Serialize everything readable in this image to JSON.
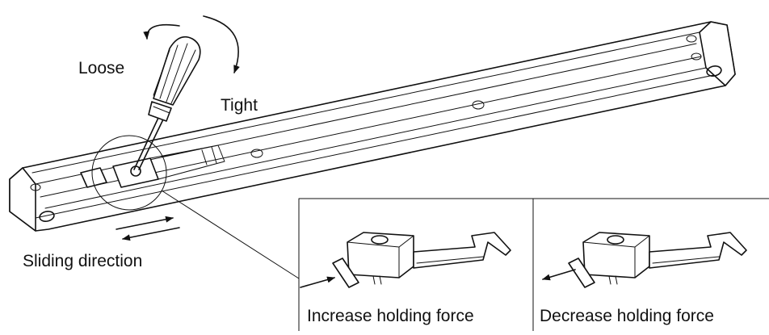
{
  "labels": {
    "loose": "Loose",
    "tight": "Tight",
    "sliding": "Sliding direction",
    "increase": "Increase holding force",
    "decrease": "Decrease holding force"
  },
  "colors": {
    "line": "#111111",
    "background": "#ffffff"
  },
  "icons": {
    "tool": "screwdriver-icon",
    "rotation": "rotation-arrow-icon",
    "slide": "double-arrow-icon"
  }
}
